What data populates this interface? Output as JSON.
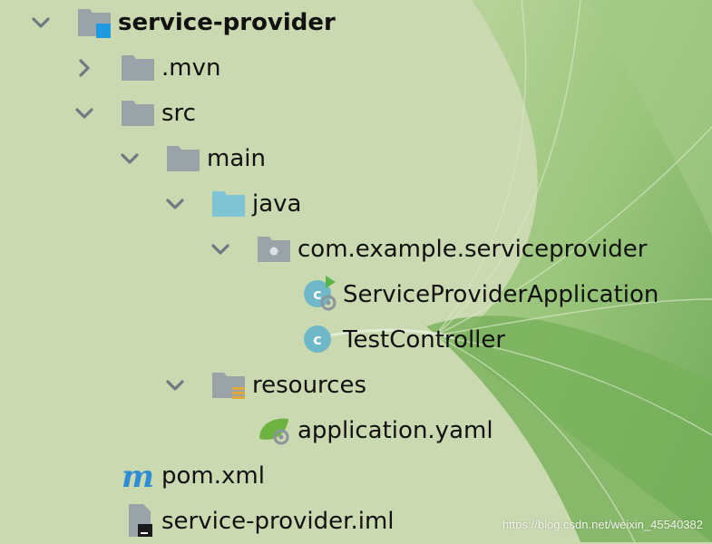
{
  "tree": {
    "root": {
      "label": "service-provider"
    },
    "mvn": {
      "label": ".mvn"
    },
    "src": {
      "label": "src"
    },
    "main": {
      "label": "main"
    },
    "java": {
      "label": "java"
    },
    "package": {
      "label": "com.example.serviceprovider"
    },
    "app_class": {
      "label": "ServiceProviderApplication"
    },
    "controller_class": {
      "label": "TestController"
    },
    "resources": {
      "label": "resources"
    },
    "app_yaml": {
      "label": "application.yaml"
    },
    "pom": {
      "label": "pom.xml"
    },
    "iml": {
      "label": "service-provider.iml"
    }
  },
  "watermark": {
    "text": "https://blog.csdn.net/weixin_45540382"
  },
  "colors": {
    "folder_gray": "#9aa3a7",
    "folder_blue": "#7fc4d4",
    "class_circle": "#6fb8c9",
    "module_marker": "#1e9be0",
    "maven_blue": "#2d8dd6",
    "spring_green": "#6db33f"
  },
  "icons": {
    "root": "module-folder-icon",
    "mvn": "folder-icon",
    "src": "folder-icon",
    "main": "folder-icon",
    "java": "source-folder-icon",
    "package": "package-folder-icon",
    "app_class": "spring-boot-class-icon",
    "controller_class": "class-icon",
    "resources": "resources-folder-icon",
    "app_yaml": "spring-yaml-icon",
    "pom": "maven-icon",
    "iml": "iml-file-icon"
  }
}
